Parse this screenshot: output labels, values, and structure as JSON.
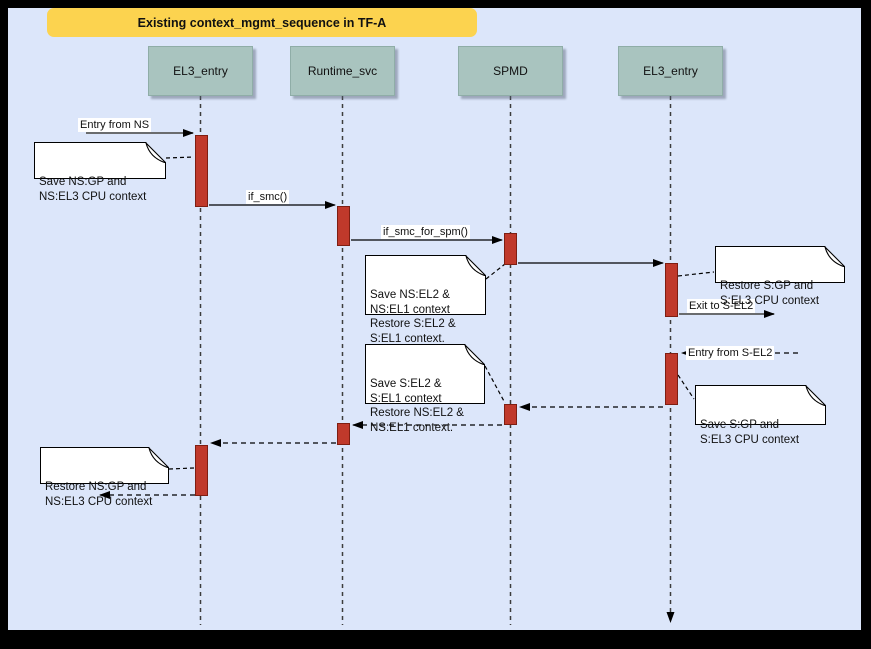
{
  "diagram": {
    "title": "Existing context_mgmt_sequence in TF-A",
    "lifelines": [
      {
        "label": "EL3_entry"
      },
      {
        "label": "Runtime_svc"
      },
      {
        "label": "SPMD"
      },
      {
        "label": "EL3_entry"
      }
    ],
    "messages": [
      {
        "label": "Entry from NS"
      },
      {
        "label": "if_smc()"
      },
      {
        "label": "if_smc_for_spm()"
      },
      {
        "label": "Exit to S-EL2"
      },
      {
        "label": "Entry from S-EL2"
      }
    ],
    "notes": [
      {
        "text": "Save NS:GP and\nNS:EL3 CPU context"
      },
      {
        "text": "Save NS:EL2 &\nNS:EL1 context\nRestore S:EL2 &\nS:EL1 context."
      },
      {
        "text": "Restore S:GP and\nS:EL3 CPU context"
      },
      {
        "text": "Save S:EL2 &\nS:EL1 context\nRestore NS:EL2 &\nNS:EL1 context."
      },
      {
        "text": "Save S:GP and\nS:EL3 CPU context"
      },
      {
        "text": "Restore NS:GP and\nNS:EL3 CPU context"
      }
    ],
    "colors": {
      "frame": "#000000",
      "background": "#dce6fa",
      "title_bg": "#fcd34f",
      "lifeline_header": "#a9c4bf",
      "activation": "#c0392b",
      "note_bg": "#ffffff"
    }
  }
}
